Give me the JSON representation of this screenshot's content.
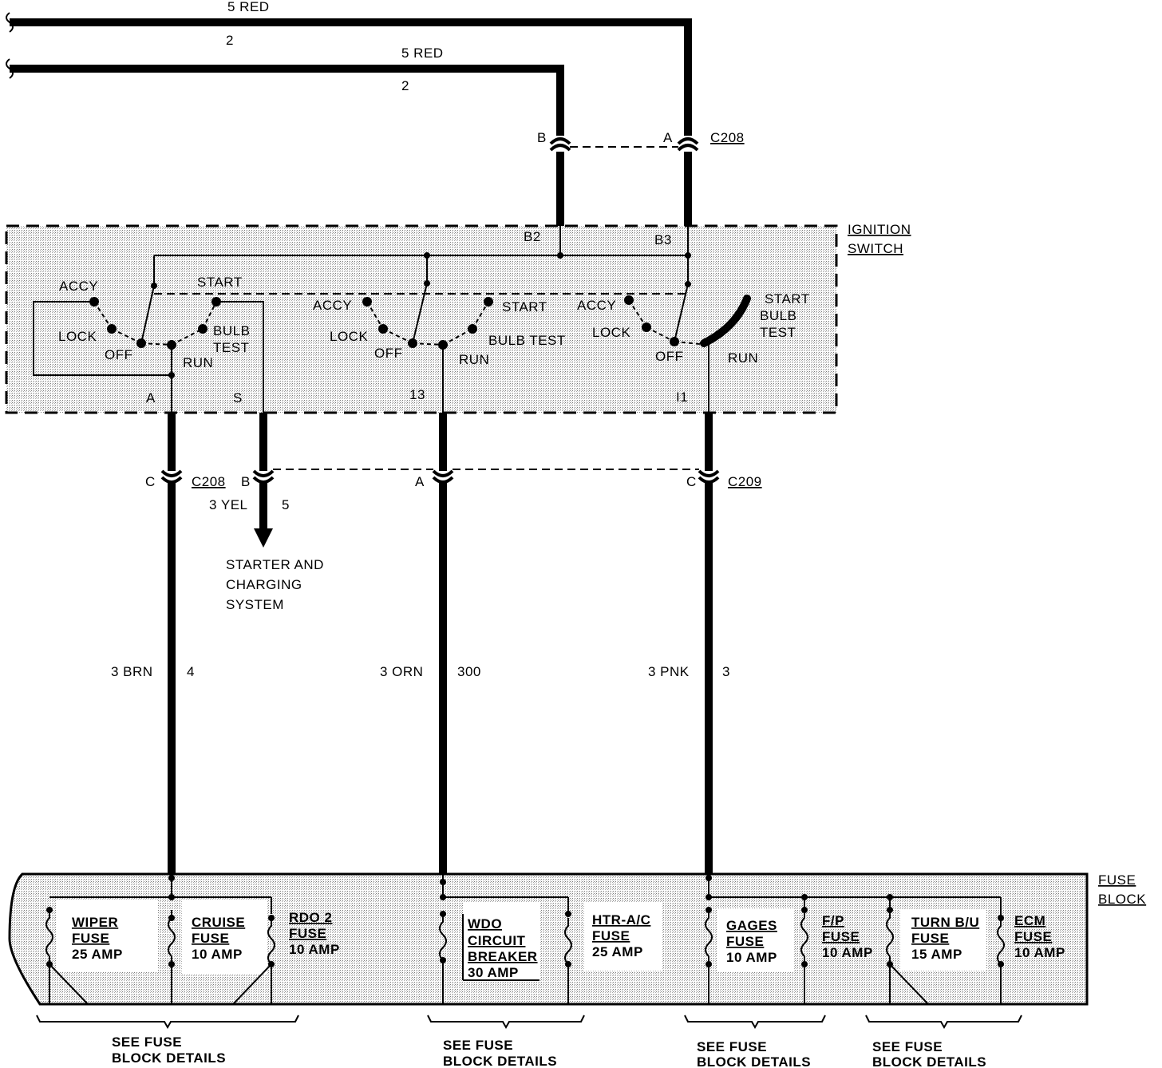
{
  "top_wires": [
    {
      "color": "5 RED",
      "circuit": "2"
    },
    {
      "color": "5 RED",
      "circuit": "2"
    }
  ],
  "c208_top": {
    "pin_b": "B",
    "pin_a": "A",
    "name": "C208"
  },
  "ignition_switch": {
    "title_line1": "IGNITION",
    "title_line2": "SWITCH",
    "terminals": {
      "b2": "B2",
      "b3": "B3",
      "a": "A",
      "s": "S",
      "t13": "13",
      "i1": "I1"
    },
    "sw1": {
      "accy": "ACCY",
      "start": "START",
      "lock": "LOCK",
      "bulb": "BULB",
      "test": "TEST",
      "off": "OFF",
      "run": "RUN"
    },
    "sw2": {
      "accy": "ACCY",
      "start": "START",
      "lock": "LOCK",
      "bulb_test": "BULB TEST",
      "off": "OFF",
      "run": "RUN"
    },
    "sw3": {
      "accy": "ACCY",
      "start": "START",
      "bulb": "BULB",
      "test": "TEST",
      "lock": "LOCK",
      "off": "OFF",
      "run": "RUN"
    }
  },
  "lower_connectors": {
    "c208": {
      "pin_c": "C",
      "name": "C208",
      "pin_b": "B"
    },
    "c209": {
      "pin_a": "A",
      "pin_c": "C",
      "name": "C209"
    }
  },
  "starter_wire": {
    "color": "3 YEL",
    "circuit": "5"
  },
  "starter_dest": {
    "line1": "STARTER AND",
    "line2": "CHARGING",
    "line3": "SYSTEM"
  },
  "vertical_wires": [
    {
      "color": "3 BRN",
      "circuit": "4"
    },
    {
      "color": "3 ORN",
      "circuit": "300"
    },
    {
      "color": "3 PNK",
      "circuit": "3"
    }
  ],
  "fuse_block": {
    "title_line1": "FUSE",
    "title_line2": "BLOCK",
    "fuses": [
      {
        "line1": "WIPER",
        "line2": "FUSE",
        "amps": "25 AMP"
      },
      {
        "line1": "CRUISE",
        "line2": "FUSE",
        "amps": "10 AMP"
      },
      {
        "line1": "RDO 2",
        "line2": "FUSE",
        "amps": "10 AMP"
      },
      {
        "line1": "WDO",
        "line2": "CIRCUIT",
        "line3": "BREAKER",
        "amps": "30 AMP"
      },
      {
        "line1": "HTR-A/C",
        "line2": "FUSE",
        "amps": "25 AMP"
      },
      {
        "line1": "GAGES",
        "line2": "FUSE",
        "amps": "10 AMP"
      },
      {
        "line1": "F/P",
        "line2": "FUSE",
        "amps": "10 AMP"
      },
      {
        "line1": "TURN B/U",
        "line2": "FUSE",
        "amps": "15 AMP"
      },
      {
        "line1": "ECM",
        "line2": "FUSE",
        "amps": "10 AMP"
      }
    ],
    "see_details": [
      {
        "line1": "SEE FUSE",
        "line2": "BLOCK DETAILS"
      },
      {
        "line1": "SEE FUSE",
        "line2": "BLOCK DETAILS"
      },
      {
        "line1": "SEE FUSE",
        "line2": "BLOCK DETAILS"
      },
      {
        "line1": "SEE FUSE",
        "line2": "BLOCK DETAILS"
      }
    ]
  }
}
